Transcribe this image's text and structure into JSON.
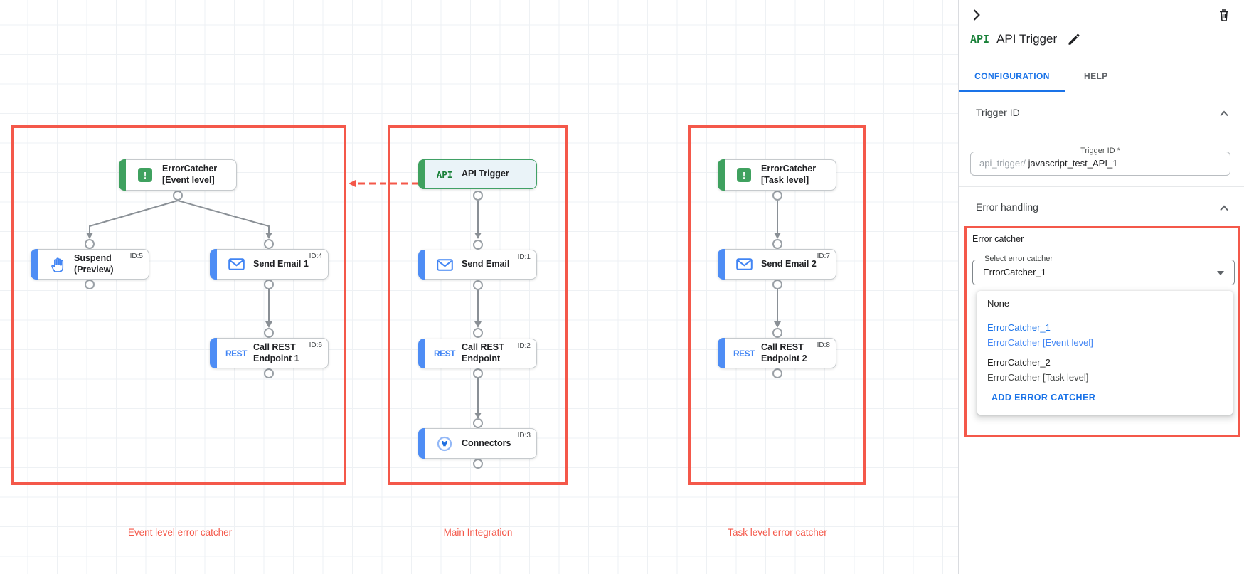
{
  "colors": {
    "highlight_red": "#f4584a",
    "accent_blue": "#1a73e8",
    "node_bar_blue": "#4e8df5",
    "green": "#3fa15f",
    "alert_dot_red": "#e2372b",
    "connector_gray": "#8a9096"
  },
  "canvas": {
    "groups": [
      {
        "caption": "Event level error catcher"
      },
      {
        "caption": "Main Integration"
      },
      {
        "caption": "Task level error catcher"
      }
    ],
    "nodes": [
      {
        "label": "ErrorCatcher [Event level]",
        "icon": "error-catcher",
        "icon_text": "!",
        "id_badge": ""
      },
      {
        "label": "Suspend (Preview)",
        "icon": "hand",
        "id_badge": "ID:5"
      },
      {
        "label": "Send Email 1",
        "icon": "email",
        "id_badge": "ID:4"
      },
      {
        "label": "Call REST Endpoint 1",
        "icon": "rest",
        "icon_text": "REST",
        "id_badge": "ID:6"
      },
      {
        "label": "API Trigger",
        "icon": "api",
        "icon_text": "API",
        "id_badge": ""
      },
      {
        "label": "Send Email",
        "icon": "email",
        "id_badge": "ID:1"
      },
      {
        "label": "Call REST Endpoint",
        "icon": "rest",
        "icon_text": "REST",
        "id_badge": "ID:2"
      },
      {
        "label": "Connectors",
        "icon": "connector",
        "id_badge": "ID:3"
      },
      {
        "label": "ErrorCatcher [Task level]",
        "icon": "error-catcher",
        "icon_text": "!",
        "id_badge": ""
      },
      {
        "label": "Send Email 2",
        "icon": "email",
        "id_badge": "ID:7"
      },
      {
        "label": "Call REST Endpoint 2",
        "icon": "rest",
        "icon_text": "REST",
        "id_badge": "ID:8"
      }
    ]
  },
  "panel": {
    "logo": "API",
    "title": "API Trigger",
    "tabs": [
      {
        "label": "CONFIGURATION",
        "active": true
      },
      {
        "label": "HELP",
        "active": false
      }
    ],
    "trigger_id": {
      "heading": "Trigger ID",
      "field_label": "Trigger ID *",
      "prefix": "api_trigger/",
      "value": "javascript_test_API_1"
    },
    "error_handling": {
      "heading": "Error handling",
      "group_label": "Error catcher",
      "select_label": "Select error catcher",
      "select_value": "ErrorCatcher_1",
      "menu": {
        "none_label": "None",
        "options": [
          {
            "name": "ErrorCatcher_1",
            "desc": "ErrorCatcher [Event level]",
            "selected": true
          },
          {
            "name": "ErrorCatcher_2",
            "desc": "ErrorCatcher [Task level]",
            "selected": false
          }
        ],
        "add_label": "ADD ERROR CATCHER"
      }
    }
  }
}
